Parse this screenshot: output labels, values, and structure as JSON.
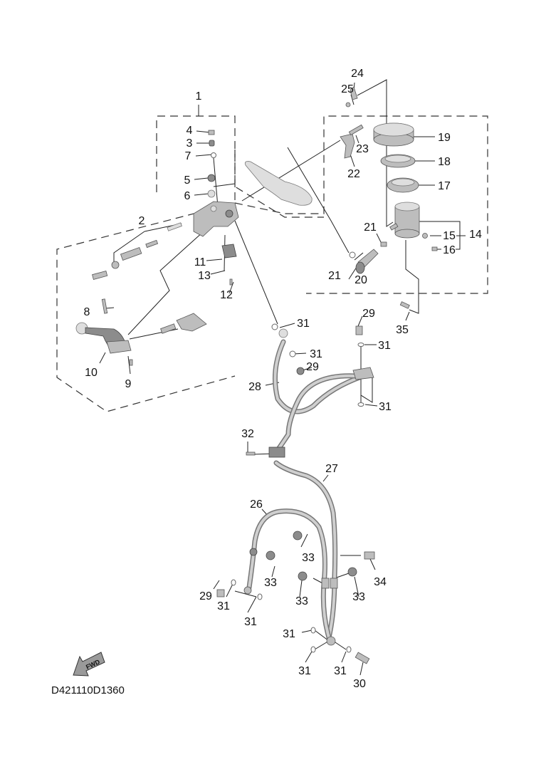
{
  "diagram": {
    "title_code": "D421110D1360",
    "fwd_label": "FWD",
    "callouts": [
      {
        "id": "c1",
        "text": "1"
      },
      {
        "id": "c2",
        "text": "2"
      },
      {
        "id": "c3",
        "text": "3"
      },
      {
        "id": "c4",
        "text": "4"
      },
      {
        "id": "c5",
        "text": "5"
      },
      {
        "id": "c6",
        "text": "6"
      },
      {
        "id": "c7",
        "text": "7"
      },
      {
        "id": "c8",
        "text": "8"
      },
      {
        "id": "c9",
        "text": "9"
      },
      {
        "id": "c10",
        "text": "10"
      },
      {
        "id": "c11",
        "text": "11"
      },
      {
        "id": "c12",
        "text": "12"
      },
      {
        "id": "c13",
        "text": "13"
      },
      {
        "id": "c14",
        "text": "14"
      },
      {
        "id": "c15",
        "text": "15"
      },
      {
        "id": "c16",
        "text": "16"
      },
      {
        "id": "c17",
        "text": "17"
      },
      {
        "id": "c18",
        "text": "18"
      },
      {
        "id": "c19",
        "text": "19"
      },
      {
        "id": "c20",
        "text": "20"
      },
      {
        "id": "c21a",
        "text": "21"
      },
      {
        "id": "c21b",
        "text": "21"
      },
      {
        "id": "c22",
        "text": "22"
      },
      {
        "id": "c23",
        "text": "23"
      },
      {
        "id": "c24",
        "text": "24"
      },
      {
        "id": "c25",
        "text": "25"
      },
      {
        "id": "c26",
        "text": "26"
      },
      {
        "id": "c27",
        "text": "27"
      },
      {
        "id": "c28",
        "text": "28"
      },
      {
        "id": "c29a",
        "text": "29"
      },
      {
        "id": "c29b",
        "text": "29"
      },
      {
        "id": "c29c",
        "text": "29"
      },
      {
        "id": "c30",
        "text": "30"
      },
      {
        "id": "c31a",
        "text": "31"
      },
      {
        "id": "c31b",
        "text": "31"
      },
      {
        "id": "c31c",
        "text": "31"
      },
      {
        "id": "c31d",
        "text": "31"
      },
      {
        "id": "c31e",
        "text": "31"
      },
      {
        "id": "c31f",
        "text": "31"
      },
      {
        "id": "c31g",
        "text": "31"
      },
      {
        "id": "c31h",
        "text": "31"
      },
      {
        "id": "c31i",
        "text": "31"
      },
      {
        "id": "c32",
        "text": "32"
      },
      {
        "id": "c33a",
        "text": "33"
      },
      {
        "id": "c33b",
        "text": "33"
      },
      {
        "id": "c33c",
        "text": "33"
      },
      {
        "id": "c33d",
        "text": "33"
      },
      {
        "id": "c34",
        "text": "34"
      },
      {
        "id": "c35",
        "text": "35"
      }
    ]
  }
}
